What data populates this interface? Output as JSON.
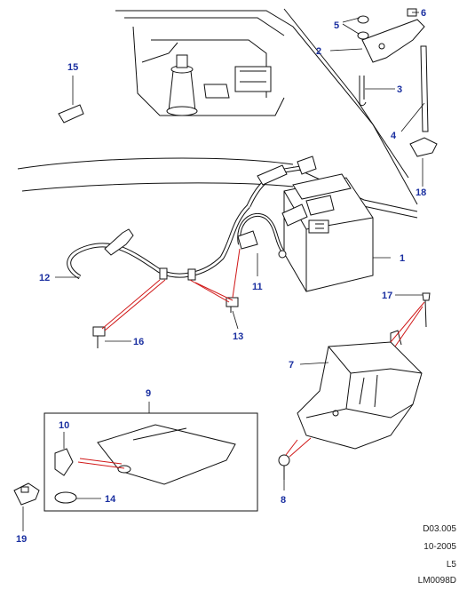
{
  "callouts": {
    "c1": "1",
    "c2": "2",
    "c3": "3",
    "c4": "4",
    "c5": "5",
    "c6": "6",
    "c7": "7",
    "c8": "8",
    "c9": "9",
    "c10": "10",
    "c11": "11",
    "c12": "12",
    "c13": "13",
    "c14": "14",
    "c15": "15",
    "c16": "16",
    "c17": "17",
    "c18": "18",
    "c19": "19"
  },
  "reference": {
    "code": "D03.005",
    "date": "10-2005",
    "level": "L5",
    "drawing_id": "LM0098D"
  },
  "colors": {
    "callout": "#1a2fa0",
    "leader_red": "#d01818",
    "line": "#111111"
  }
}
